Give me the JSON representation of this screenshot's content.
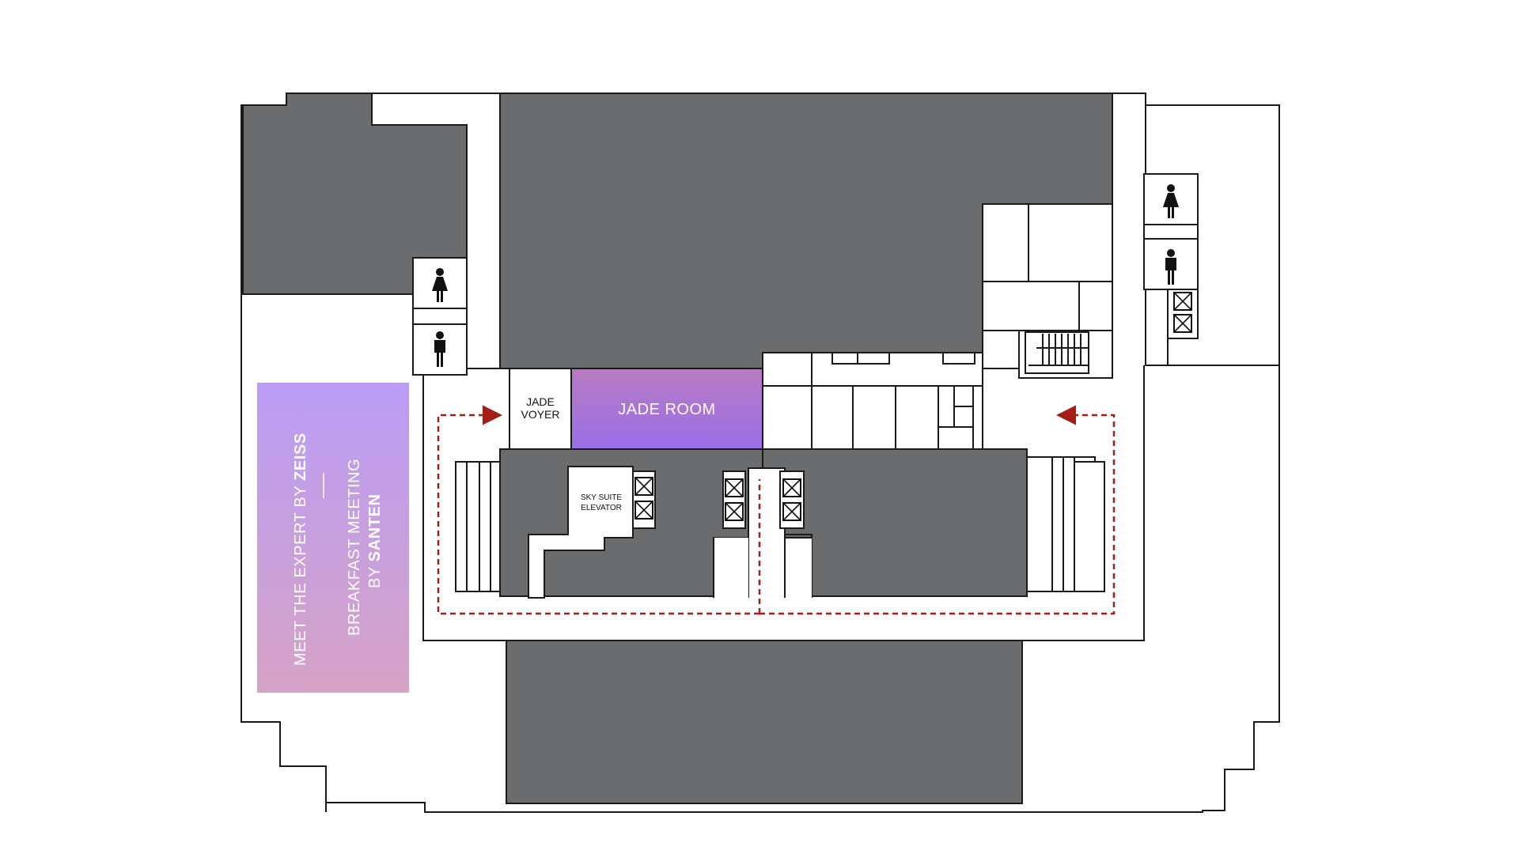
{
  "rooms": {
    "jade_room": "JADE ROOM",
    "jade_voyer_line1": "JADE",
    "jade_voyer_line2": "VOYER",
    "sky_suite_line1": "SKY SUITE",
    "sky_suite_line2": "ELEVATOR"
  },
  "promo": {
    "line1_prefix": "MEET THE EXPERT BY ",
    "line1_brand": "ZEISS",
    "line2": "BREAKFAST MEETING",
    "line3_prefix": "BY ",
    "line3_brand": "SANTEN"
  },
  "colors": {
    "building_block": "#6b6c6e",
    "wall_line": "#1a1a1a",
    "route_arrow": "#a31f15",
    "jade_room_gradient_top": "#b77bc2",
    "jade_room_gradient_bottom": "#9b6ee8",
    "promo_gradient_top": "#b99cf5",
    "promo_gradient_bottom": "#d6a3c6"
  },
  "icons": {
    "restroom_female": "female-restroom-icon",
    "restroom_male": "male-restroom-icon",
    "elevator": "elevator-icon",
    "stairs": "stairs-icon"
  }
}
